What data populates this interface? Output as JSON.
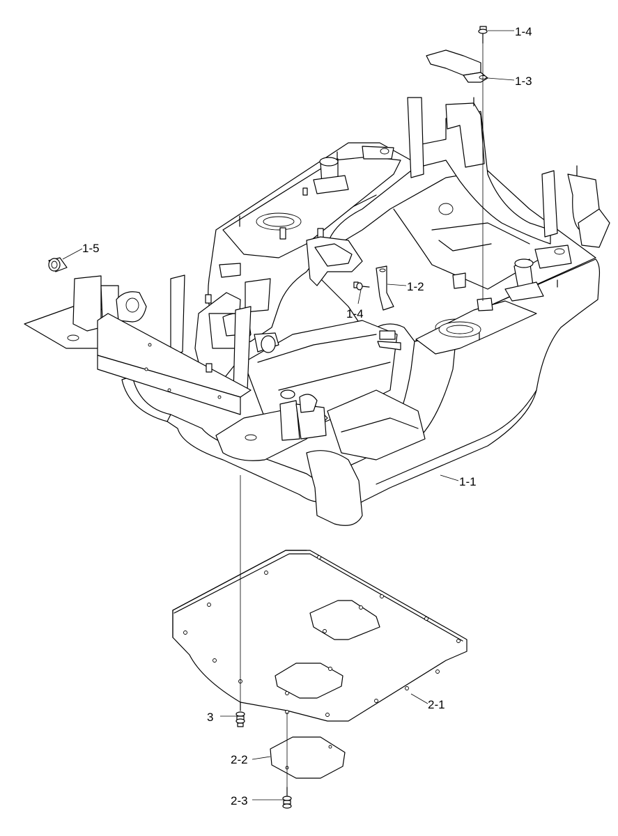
{
  "labels": {
    "part_1_4_top": "1-4",
    "part_1_3": "1-3",
    "part_1_5": "1-5",
    "part_1_2": "1-2",
    "part_1_4_mid": "1-4",
    "part_1_1": "1-1",
    "part_2_1": "2-1",
    "part_3": "3",
    "part_2_2": "2-2",
    "part_2_3": "2-3"
  }
}
